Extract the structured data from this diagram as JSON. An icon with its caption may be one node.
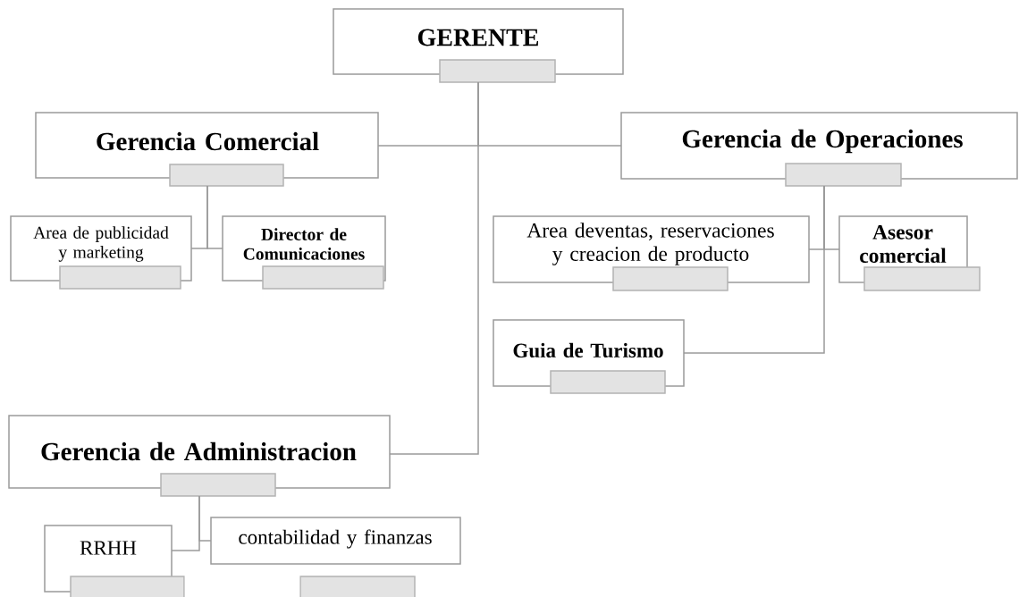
{
  "diagram": {
    "nodes": [
      {
        "text": [
          "GERENTE"
        ]
      },
      {
        "text": [
          "Gerencia Comercial"
        ]
      },
      {
        "text": [
          "Area de publicidad y marketing"
        ]
      },
      {
        "text": [
          "Director de Comunicaciones"
        ]
      },
      {
        "text": [
          "Gerencia de Operaciones"
        ]
      },
      {
        "text": [
          "Area deventas, reservaciones y creacion de producto"
        ]
      },
      {
        "text": [
          "Asesor comercial"
        ]
      },
      {
        "text": [
          "Guia de Turismo"
        ]
      },
      {
        "text": [
          "Gerencia de Administracion"
        ]
      },
      {
        "text": [
          "RRHH"
        ]
      },
      {
        "text": [
          "contabilidad y finanzas"
        ]
      },
      {
        "text": [],
        "shape": "bar"
      }
    ],
    "edges": [
      {
        "from": 0,
        "to": 1,
        "arrow": "none"
      },
      {
        "from": 0,
        "to": 4,
        "arrow": "none"
      },
      {
        "from": 0,
        "to": 8,
        "arrow": "none"
      },
      {
        "from": 1,
        "to": 2,
        "arrow": "none"
      },
      {
        "from": 1,
        "to": 3,
        "arrow": "none"
      },
      {
        "from": 4,
        "to": 5,
        "arrow": "none"
      },
      {
        "from": 4,
        "to": 6,
        "arrow": "none"
      },
      {
        "from": 4,
        "to": 7,
        "arrow": "none"
      },
      {
        "from": 8,
        "to": 9,
        "arrow": "none"
      },
      {
        "from": 8,
        "to": 10,
        "arrow": "none"
      }
    ]
  }
}
